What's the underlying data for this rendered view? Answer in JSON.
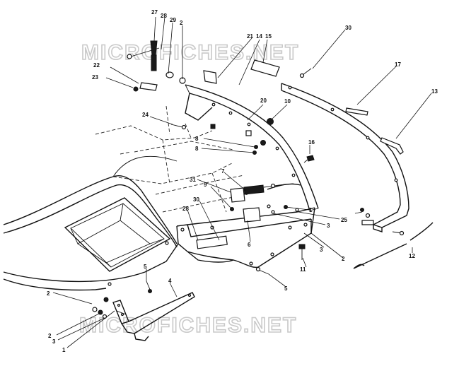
{
  "watermark": "MICROFICHES.NET",
  "callouts": {
    "c1": "1",
    "c2a": "2",
    "c2b": "2",
    "c2c": "2",
    "c2d": "2",
    "c3a": "3",
    "c3b": "3",
    "c3c": "3",
    "c4": "4",
    "c5a": "5",
    "c5b": "5",
    "c6": "6",
    "c7": "7",
    "c8a": "8",
    "c8b": "8",
    "c9": "9",
    "c10": "10",
    "c11": "11",
    "c12": "12",
    "c13": "13",
    "c14": "14",
    "c15": "15",
    "c16": "16",
    "c17": "17",
    "c20": "20",
    "c21": "21",
    "c22": "22",
    "c23": "23",
    "c24": "24",
    "c25": "25",
    "c27": "27",
    "c28": "28",
    "c29": "29",
    "c30a": "30",
    "c30b": "30",
    "c31": "31"
  }
}
